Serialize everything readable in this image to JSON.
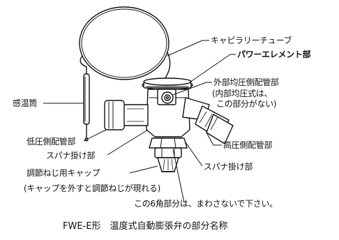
{
  "diagram": {
    "labels": {
      "capillary_tube": "キャピラリーチューブ",
      "power_element": "パワーエレメント部",
      "external_equalizer": "外部均圧側配管部",
      "internal_equalizer_note_1": "(内部均圧式は、",
      "internal_equalizer_note_2": "この部分がない)",
      "sensing_bulb": "感温筒",
      "low_pressure_pipe": "低圧側配管部",
      "high_pressure_pipe": "高圧側配管部",
      "wrench_part_left": "スパナ掛け部",
      "wrench_part_right": "スパナ掛け部",
      "adjust_screw_cap": "調節ねじ用キャップ",
      "cap_note": "(キャップを外すと調節ねじが現れる)",
      "hex_note": "この6角部分は、まわさないで下さい。"
    },
    "caption": "FWE-E形　温度式自動膨張弁の部分名称"
  }
}
